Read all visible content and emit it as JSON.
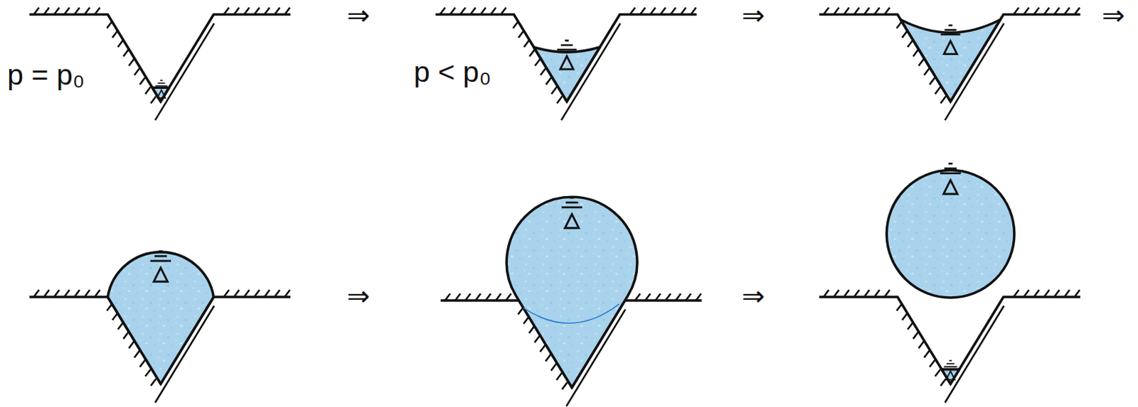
{
  "diagram": {
    "labels": [
      "p = p₀",
      "⇒",
      "p < p₀",
      "⇒",
      "⇒",
      "⇒",
      "⇒"
    ]
  }
}
